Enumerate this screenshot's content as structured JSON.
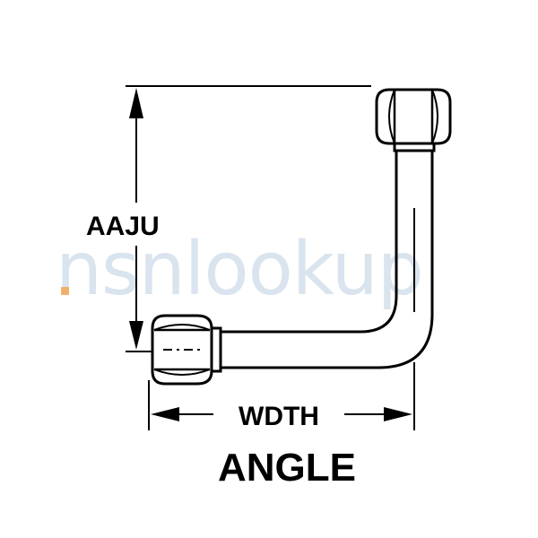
{
  "diagram": {
    "dimension_height_label": "AAJU",
    "dimension_width_label": "WDTH",
    "caption": "ANGLE",
    "watermark": "nsnlookup",
    "colors": {
      "ink": "#000000",
      "background": "#ffffff",
      "watermark": "#b9cde0",
      "watermark_accent": "#f5a04a"
    }
  }
}
